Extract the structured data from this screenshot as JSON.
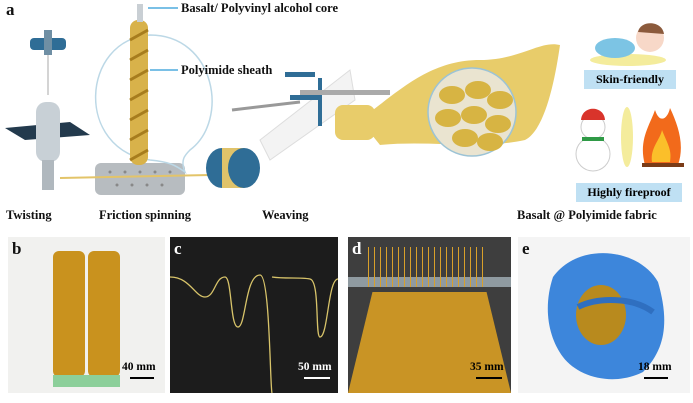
{
  "panel_a": {
    "label": "a",
    "callouts": {
      "core": "Basalt/ Polyvinyl alcohol core",
      "sheath": "Polyimide sheath"
    },
    "steps": [
      "Twisting",
      "Friction spinning",
      "Weaving",
      "Basalt @ Polyimide fabric"
    ],
    "properties": [
      "Skin-friendly",
      "Highly fireproof"
    ]
  },
  "panels": [
    {
      "label": "b",
      "scale": "40 mm"
    },
    {
      "label": "c",
      "scale": "50 mm"
    },
    {
      "label": "d",
      "scale": "35 mm"
    },
    {
      "label": "e",
      "scale": "18 mm"
    }
  ],
  "colors": {
    "yarn": "#d9a02a",
    "fabric": "#e8cc6a",
    "tag": "#bfe0f3",
    "machine_blue": "#2f6d96"
  }
}
